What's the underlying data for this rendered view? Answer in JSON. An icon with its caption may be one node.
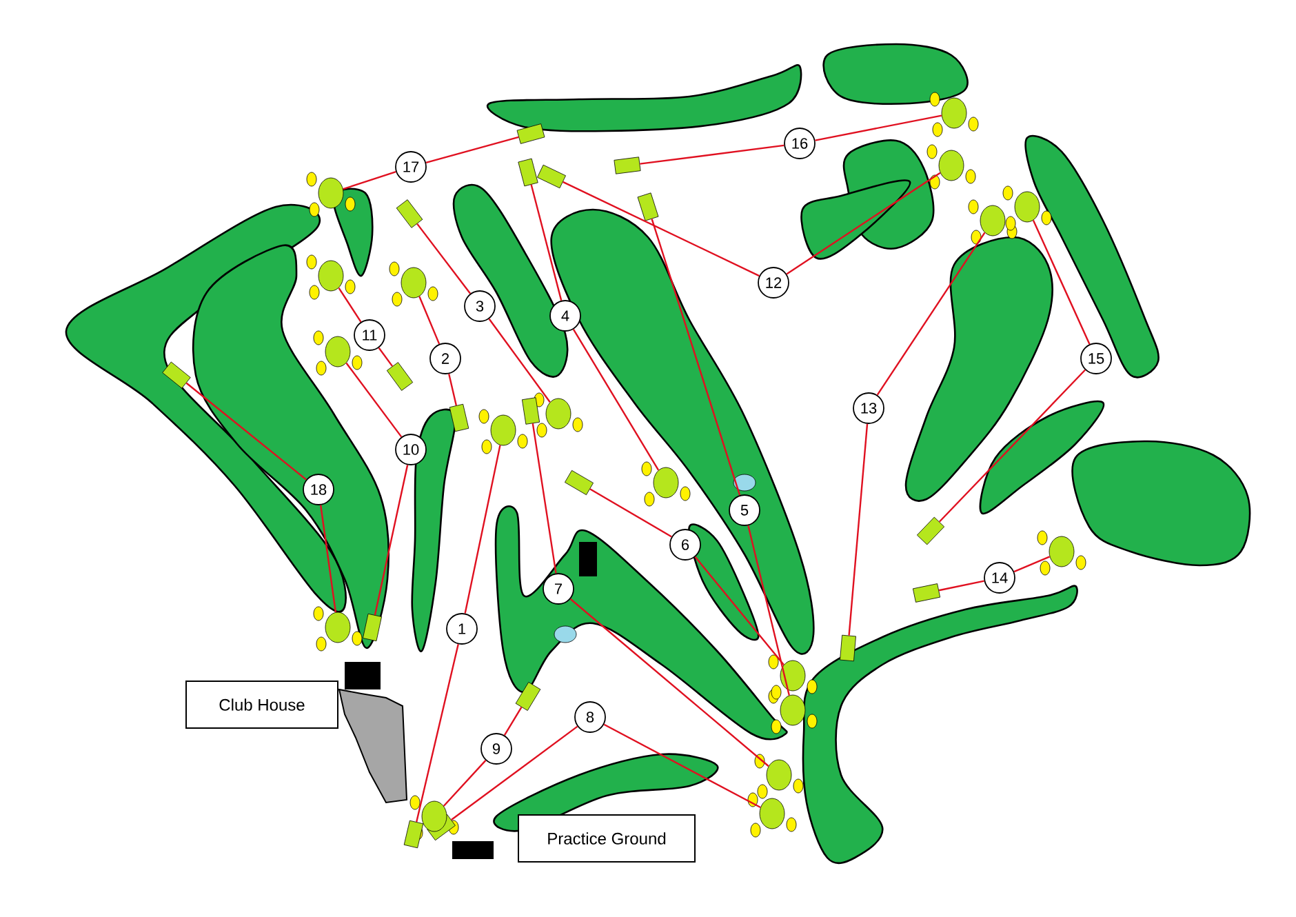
{
  "diagram": {
    "nodes": [
      {
        "text": [
          "1"
        ]
      },
      {
        "text": [
          "2"
        ]
      },
      {
        "text": [
          "3"
        ]
      },
      {
        "text": [
          "4"
        ]
      },
      {
        "text": [
          "5"
        ]
      },
      {
        "text": [
          "6"
        ]
      },
      {
        "text": [
          "7"
        ]
      },
      {
        "text": [
          "8"
        ]
      },
      {
        "text": [
          "9"
        ]
      },
      {
        "text": [
          "10"
        ]
      },
      {
        "text": [
          "11"
        ]
      },
      {
        "text": [
          "12"
        ]
      },
      {
        "text": [
          "13"
        ]
      },
      {
        "text": [
          "14"
        ]
      },
      {
        "text": [
          "15"
        ]
      },
      {
        "text": [
          "16"
        ]
      },
      {
        "text": [
          "17"
        ]
      },
      {
        "text": [
          "18"
        ]
      },
      {
        "text": [
          "Club House"
        ]
      },
      {
        "text": [
          "Practice Ground"
        ]
      },
      {
        "text": [],
        "shape": "box"
      },
      {
        "text": [],
        "shape": "circle"
      },
      {
        "text": [],
        "shape": "box"
      },
      {
        "text": [],
        "shape": "circle"
      },
      {
        "text": [],
        "shape": "box"
      },
      {
        "text": [],
        "shape": "circle"
      },
      {
        "text": [],
        "shape": "box"
      },
      {
        "text": [],
        "shape": "circle"
      },
      {
        "text": [],
        "shape": "box"
      },
      {
        "text": [],
        "shape": "circle"
      },
      {
        "text": [],
        "shape": "box"
      },
      {
        "text": [],
        "shape": "circle"
      },
      {
        "text": [],
        "shape": "box"
      },
      {
        "text": [],
        "shape": "circle"
      },
      {
        "text": [],
        "shape": "box"
      },
      {
        "text": [],
        "shape": "circle"
      },
      {
        "text": [],
        "shape": "box"
      },
      {
        "text": [],
        "shape": "circle"
      },
      {
        "text": [],
        "shape": "box"
      },
      {
        "text": [],
        "shape": "circle"
      },
      {
        "text": [],
        "shape": "box"
      },
      {
        "text": [],
        "shape": "circle"
      },
      {
        "text": [],
        "shape": "box"
      },
      {
        "text": [],
        "shape": "circle"
      },
      {
        "text": [],
        "shape": "box"
      },
      {
        "text": [],
        "shape": "circle"
      },
      {
        "text": [],
        "shape": "box"
      },
      {
        "text": [],
        "shape": "circle"
      },
      {
        "text": [],
        "shape": "box"
      },
      {
        "text": [],
        "shape": "circle"
      },
      {
        "text": [],
        "shape": "box"
      },
      {
        "text": [],
        "shape": "circle"
      },
      {
        "text": [],
        "shape": "box"
      },
      {
        "text": [],
        "shape": "circle"
      },
      {
        "text": [],
        "shape": "box"
      },
      {
        "text": [],
        "shape": "circle"
      }
    ],
    "edges": [
      {
        "from": 20,
        "to": 0,
        "arrow": "none"
      },
      {
        "from": 0,
        "to": 21,
        "arrow": "none"
      },
      {
        "from": 22,
        "to": 1,
        "arrow": "none"
      },
      {
        "from": 1,
        "to": 23,
        "arrow": "none"
      },
      {
        "from": 24,
        "to": 2,
        "arrow": "none"
      },
      {
        "from": 2,
        "to": 25,
        "arrow": "none"
      },
      {
        "from": 26,
        "to": 3,
        "arrow": "none"
      },
      {
        "from": 3,
        "to": 27,
        "arrow": "none"
      },
      {
        "from": 28,
        "to": 4,
        "arrow": "none"
      },
      {
        "from": 4,
        "to": 29,
        "arrow": "none"
      },
      {
        "from": 30,
        "to": 5,
        "arrow": "none"
      },
      {
        "from": 5,
        "to": 31,
        "arrow": "none"
      },
      {
        "from": 32,
        "to": 6,
        "arrow": "none"
      },
      {
        "from": 6,
        "to": 33,
        "arrow": "none"
      },
      {
        "from": 34,
        "to": 7,
        "arrow": "none"
      },
      {
        "from": 7,
        "to": 35,
        "arrow": "none"
      },
      {
        "from": 36,
        "to": 8,
        "arrow": "none"
      },
      {
        "from": 8,
        "to": 37,
        "arrow": "none"
      },
      {
        "from": 38,
        "to": 9,
        "arrow": "none"
      },
      {
        "from": 9,
        "to": 39,
        "arrow": "none"
      },
      {
        "from": 40,
        "to": 10,
        "arrow": "none"
      },
      {
        "from": 10,
        "to": 41,
        "arrow": "none"
      },
      {
        "from": 42,
        "to": 11,
        "arrow": "none"
      },
      {
        "from": 11,
        "to": 43,
        "arrow": "none"
      },
      {
        "from": 44,
        "to": 12,
        "arrow": "none"
      },
      {
        "from": 12,
        "to": 45,
        "arrow": "none"
      },
      {
        "from": 46,
        "to": 13,
        "arrow": "none"
      },
      {
        "from": 13,
        "to": 47,
        "arrow": "none"
      },
      {
        "from": 48,
        "to": 14,
        "arrow": "none"
      },
      {
        "from": 14,
        "to": 49,
        "arrow": "none"
      },
      {
        "from": 50,
        "to": 15,
        "arrow": "none"
      },
      {
        "from": 15,
        "to": 51,
        "arrow": "none"
      },
      {
        "from": 52,
        "to": 16,
        "arrow": "none"
      },
      {
        "from": 16,
        "to": 53,
        "arrow": "none"
      },
      {
        "from": 54,
        "to": 17,
        "arrow": "none"
      },
      {
        "from": 17,
        "to": 55,
        "arrow": "none"
      }
    ]
  }
}
